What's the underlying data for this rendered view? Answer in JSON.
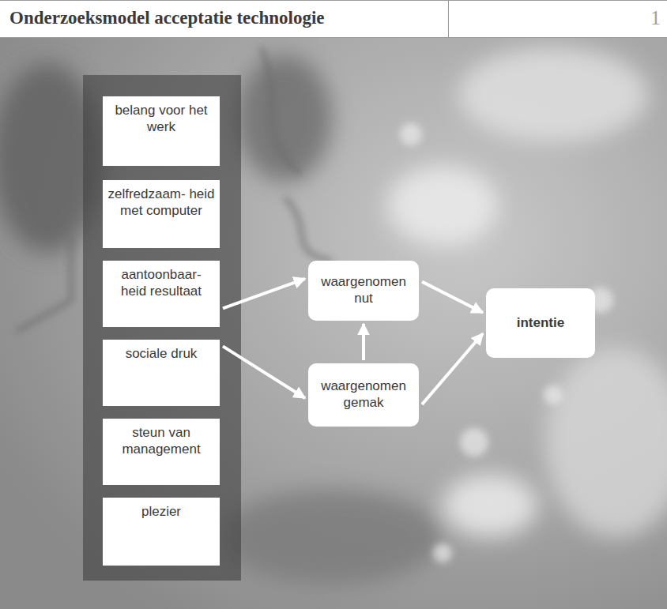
{
  "diagram": {
    "title": "Onderzoeksmodel acceptatie technologie",
    "nodes": [
      {
        "text": [
          "belang voor het werk"
        ]
      },
      {
        "text": [
          "zelfredzaam- heid met computer"
        ]
      },
      {
        "text": [
          "aantoonbaar- heid resultaat"
        ]
      },
      {
        "text": [
          "sociale druk"
        ]
      },
      {
        "text": [
          "steun van management"
        ]
      },
      {
        "text": [
          "plezier"
        ]
      },
      {
        "text": [
          "waargenomen nut"
        ]
      },
      {
        "text": [
          "waargenomen gemak"
        ]
      },
      {
        "text": [
          "intentie"
        ]
      }
    ],
    "edges": [
      {
        "from": 2,
        "to": 6,
        "arrow": "to"
      },
      {
        "from": 3,
        "to": 7,
        "arrow": "to"
      },
      {
        "from": 7,
        "to": 6,
        "arrow": "to"
      },
      {
        "from": 6,
        "to": 8,
        "arrow": "to"
      },
      {
        "from": 7,
        "to": 8,
        "arrow": "to"
      }
    ],
    "labels": [
      "1"
    ]
  }
}
